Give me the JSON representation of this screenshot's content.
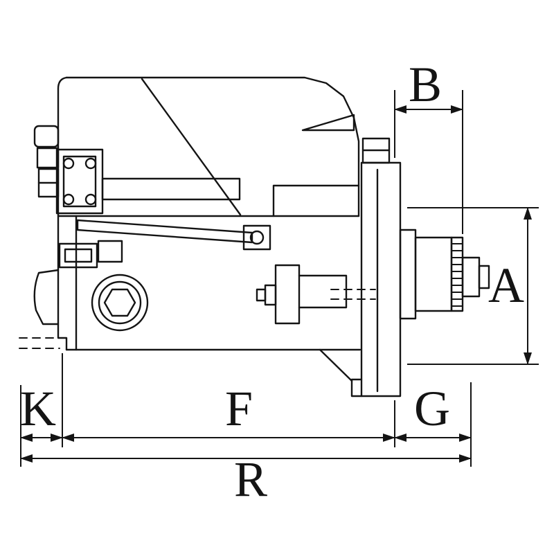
{
  "colors": {
    "line": "#141414",
    "background": "#ffffff"
  },
  "labels": {
    "b": "B",
    "a": "A",
    "k": "K",
    "f": "F",
    "g": "G",
    "r": "R"
  }
}
